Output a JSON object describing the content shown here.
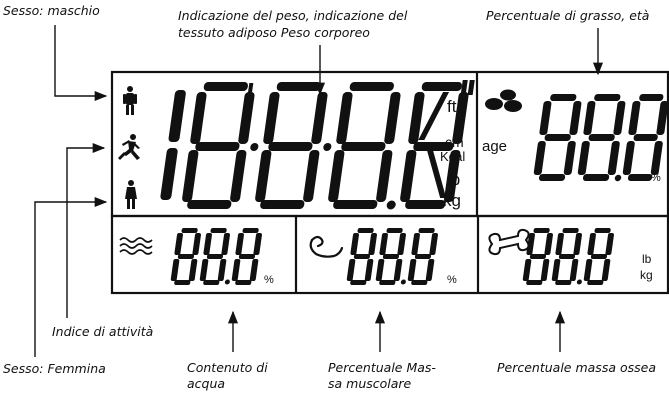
{
  "labels": {
    "gender_male": "Sesso: maschio",
    "weight_indication": "Indicazione del peso, indicazione del",
    "weight_indication_2": "tessuto adiposo  Peso corporeo",
    "fat_percentage": "Percentuale di grasso, età",
    "activity_index": "Indice di attività",
    "gender_female": "Sesso: Femmina",
    "water_content_1": "Contenuto di",
    "water_content_2": "acqua",
    "muscle_mass_1": "Percentuale  Mas-",
    "muscle_mass_2": "sa muscolare",
    "bone_mass": "Percentuale massa ossea"
  },
  "display": {
    "main_units": {
      "ft": "ft",
      "cm": "cm",
      "kcal": "Kcal",
      "lb": "lb",
      "kg": "kg"
    },
    "fat_panel": {
      "age": "age",
      "digits": "88.8",
      "unit": "%"
    },
    "water_panel": {
      "digits": "88.8",
      "unit": "%"
    },
    "muscle_panel": {
      "digits": "88.8",
      "unit": "%"
    },
    "bone_panel": {
      "digits": "88.8",
      "unit_lb": "lb",
      "unit_kg": "kg"
    }
  },
  "colors": {
    "ink": "#111111",
    "background": "#ffffff"
  }
}
